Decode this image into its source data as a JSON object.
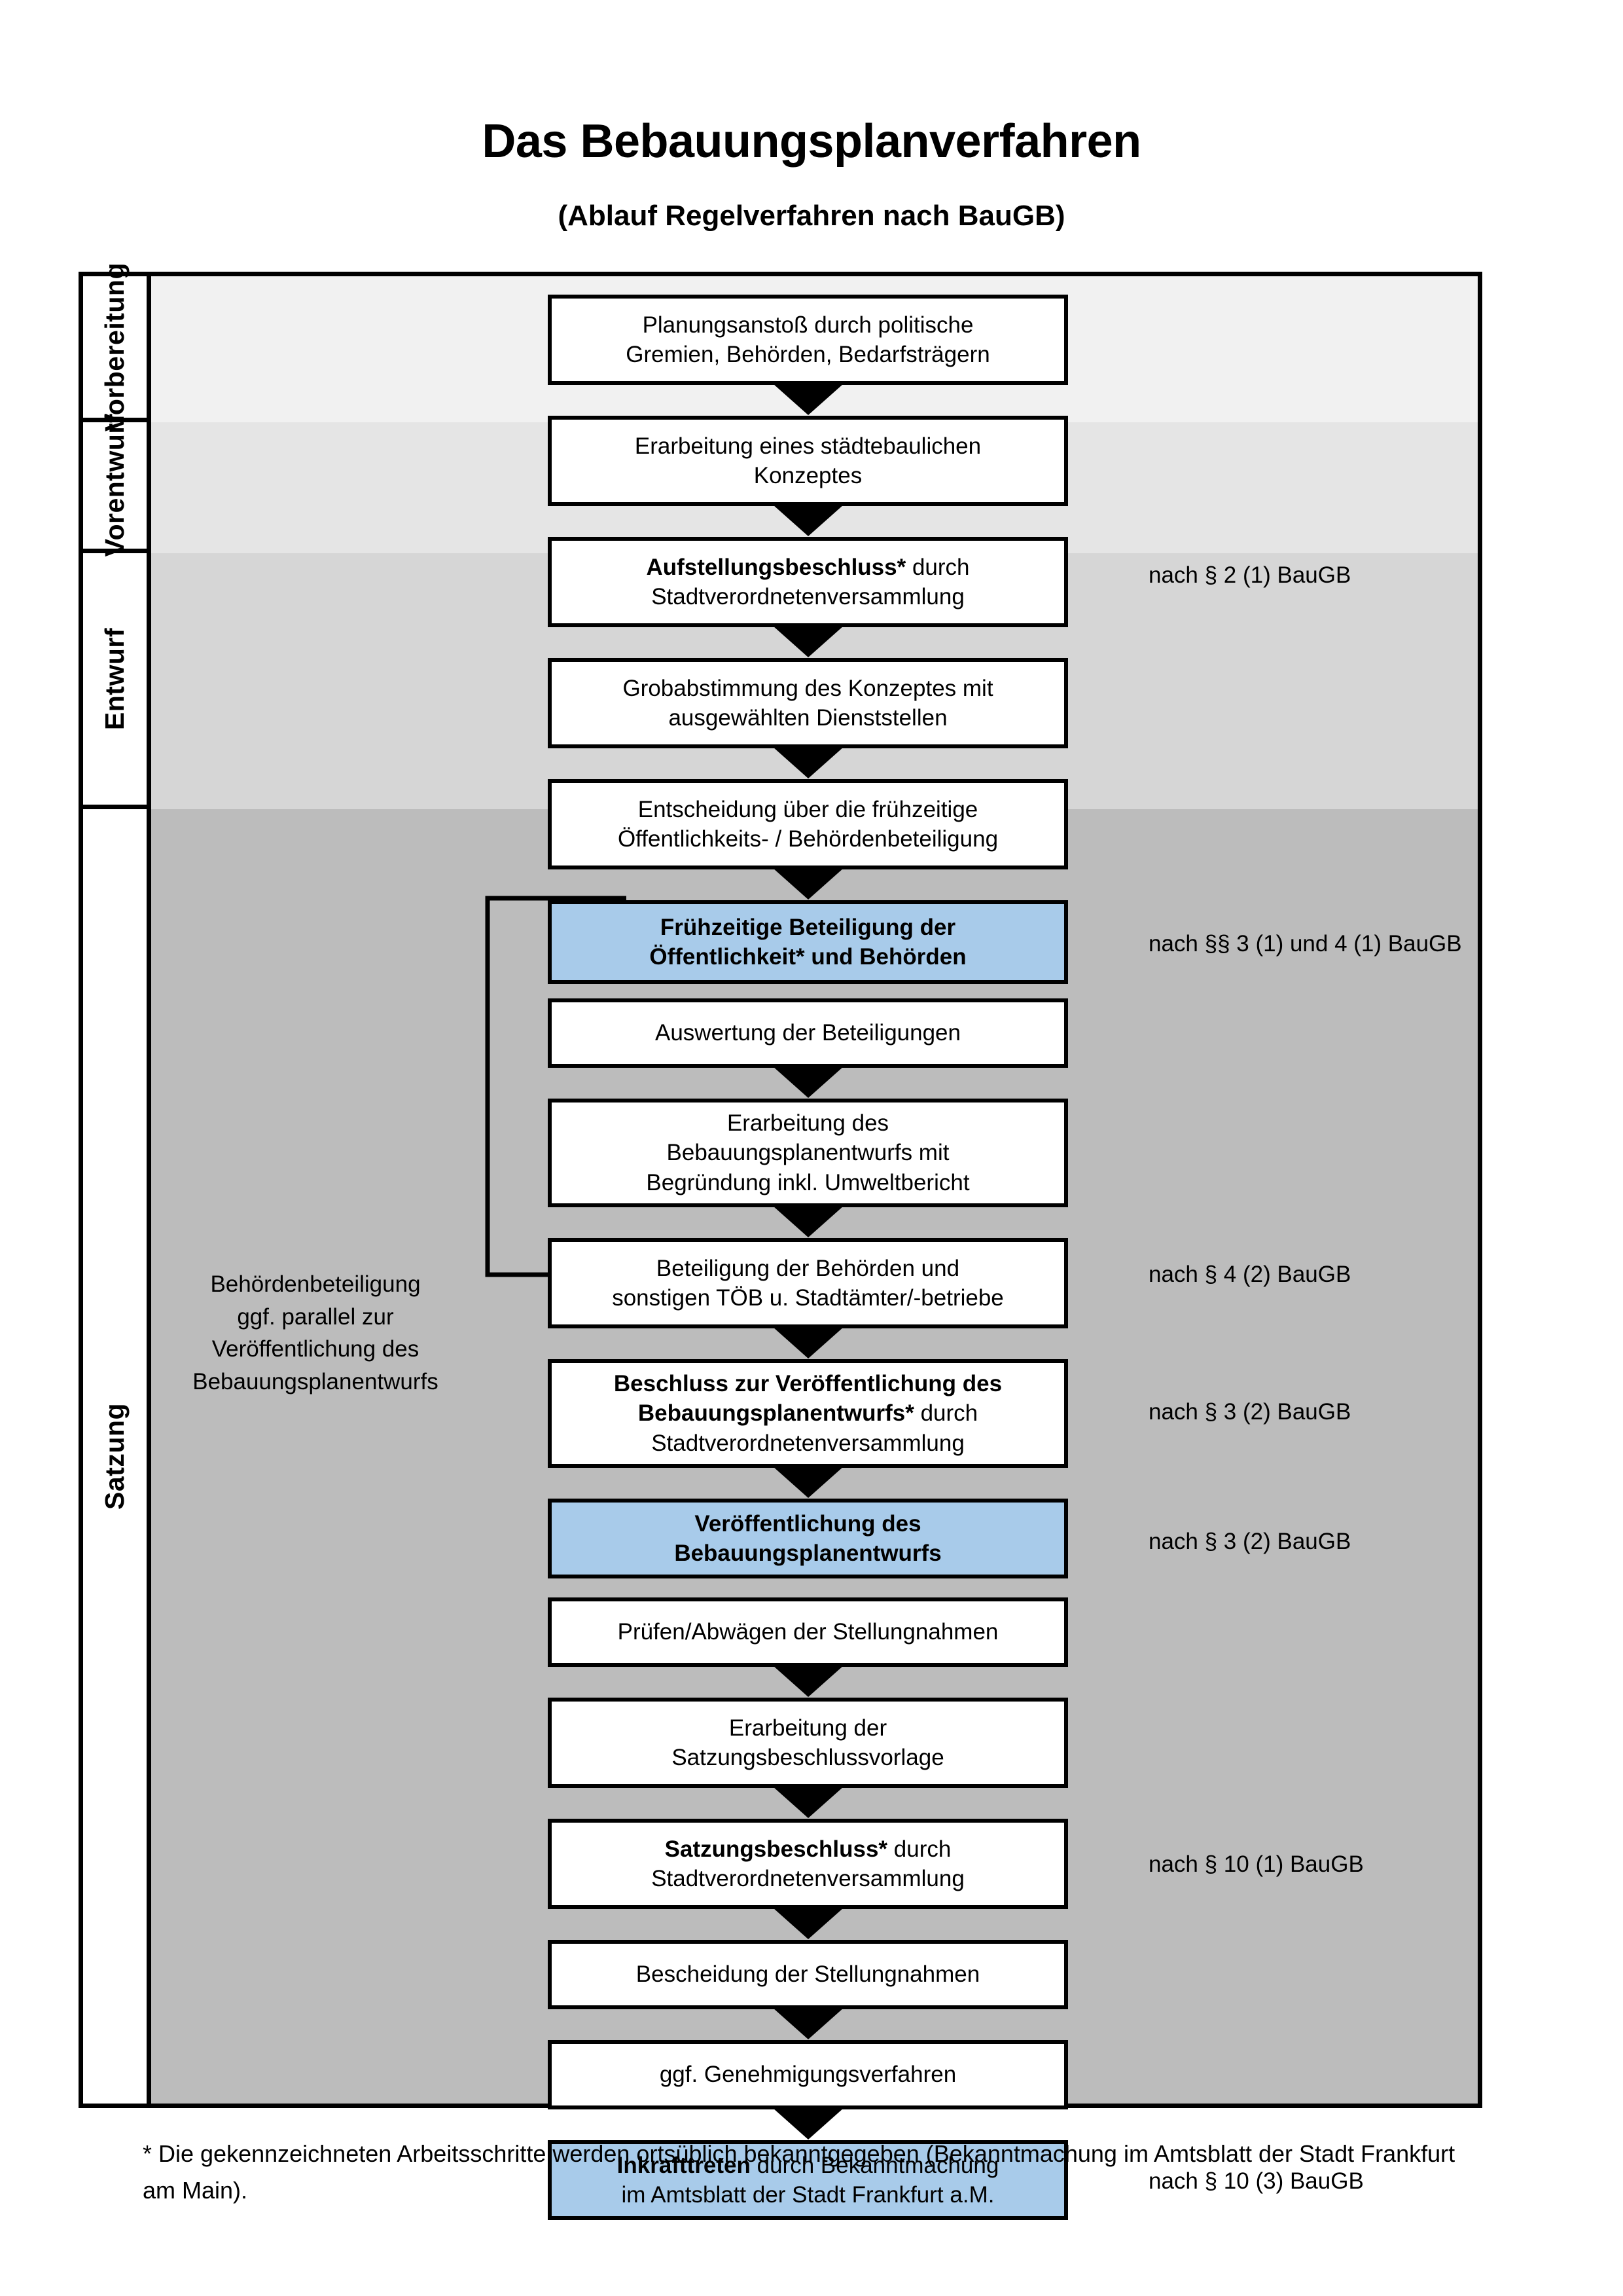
{
  "header": {
    "title": "Das Bebauungsplanverfahren",
    "subtitle": "(Ablauf Regelverfahren nach BauGB)"
  },
  "phases": [
    {
      "label": "Vorbereitung"
    },
    {
      "label": "Vorentwurf"
    },
    {
      "label": "Entwurf"
    },
    {
      "label": "Satzung"
    }
  ],
  "nodes": [
    {
      "id": "planungsanstoss",
      "line1": "Planungsanstoß durch politische",
      "line2": "Gremien, Behörden, Bedarfsträgern",
      "line3": "",
      "style": "plain"
    },
    {
      "id": "konzept",
      "line1": "Erarbeitung eines städtebaulichen",
      "line2": "Konzeptes",
      "line3": "",
      "style": "plain"
    },
    {
      "id": "aufstellungsbeschluss",
      "line1_bold": "Aufstellungsbeschluss*",
      "line1_rest": " durch",
      "line2": "Stadtverordnetenversammlung",
      "line3": "",
      "style": "mixed"
    },
    {
      "id": "grobabstimmung",
      "line1": "Grobabstimmung des Konzeptes mit",
      "line2": "ausgewählten Dienststellen",
      "line3": "",
      "style": "plain"
    },
    {
      "id": "entscheidung-beteiligung",
      "line1": "Entscheidung über die frühzeitige",
      "line2": "Öffentlichkeits- / Behördenbeteiligung",
      "line3": "",
      "style": "plain"
    },
    {
      "id": "fruehzeitige-beteiligung",
      "line1": "Frühzeitige Beteiligung der",
      "line2": "Öffentlichkeit* und Behörden",
      "line3": "",
      "style": "bold-blue"
    },
    {
      "id": "auswertung",
      "line1": "Auswertung der Beteiligungen",
      "line2": "",
      "line3": "",
      "style": "plain"
    },
    {
      "id": "erarbeitung-entwurf",
      "line1": "Erarbeitung des",
      "line2": "Bebauungsplanentwurfs mit",
      "line3": "Begründung inkl. Umweltbericht",
      "style": "plain"
    },
    {
      "id": "beteiligung-behoerden",
      "line1": "Beteiligung der Behörden und",
      "line2": "sonstigen TÖB u. Stadtämter/-betriebe",
      "line3": "",
      "style": "plain"
    },
    {
      "id": "beschluss-veroeffentlichung",
      "line1_bold": "Beschluss zur Veröffentlichung des",
      "line2_bold": "Bebauungsplanentwurfs*",
      "line2_rest": " durch",
      "line3": "Stadtverordnetenversammlung",
      "style": "mixed3"
    },
    {
      "id": "veroeffentlichung",
      "line1": "Veröffentlichung des",
      "line2": "Bebauungsplanentwurfs",
      "line3": "",
      "style": "bold-blue"
    },
    {
      "id": "pruefen-abwaegen",
      "line1": "Prüfen/Abwägen der Stellungnahmen",
      "line2": "",
      "line3": "",
      "style": "plain"
    },
    {
      "id": "satzungsbeschlussvorlage",
      "line1": "Erarbeitung der",
      "line2": "Satzungsbeschlussvorlage",
      "line3": "",
      "style": "plain"
    },
    {
      "id": "satzungsbeschluss",
      "line1_bold": "Satzungsbeschluss*",
      "line1_rest": " durch",
      "line2": "Stadtverordnetenversammlung",
      "line3": "",
      "style": "mixed"
    },
    {
      "id": "bescheidung",
      "line1": "Bescheidung der Stellungnahmen",
      "line2": "",
      "line3": "",
      "style": "plain"
    },
    {
      "id": "genehmigungsverfahren",
      "line1": "ggf. Genehmigungsverfahren",
      "line2": "",
      "line3": "",
      "style": "plain"
    },
    {
      "id": "inkrafttreten",
      "line1_bold": "Inkrafttreten",
      "line1_rest": " durch Bekanntmachung",
      "line2": "im Amtsblatt der Stadt Frankfurt a.M.",
      "line3": "",
      "style": "mixed-blue"
    }
  ],
  "references": [
    {
      "id": "ref-par2",
      "text": "nach § 2 (1) BauGB"
    },
    {
      "id": "ref-par3-4",
      "text": "nach §§ 3 (1) und 4 (1) BauGB"
    },
    {
      "id": "ref-par4-2",
      "text": "nach § 4 (2) BauGB"
    },
    {
      "id": "ref-par3-2a",
      "text": "nach § 3 (2) BauGB"
    },
    {
      "id": "ref-par3-2b",
      "text": "nach § 3 (2) BauGB"
    },
    {
      "id": "ref-par10-1",
      "text": "nach § 10 (1) BauGB"
    },
    {
      "id": "ref-par10-3",
      "text": "nach § 10 (3) BauGB"
    }
  ],
  "side_annotation": {
    "line1": "Behördenbeteiligung",
    "line2": "ggf. parallel zur",
    "line3": "Veröffentlichung des",
    "line4": "Bebauungsplanentwurfs"
  },
  "footnote": {
    "text": "* Die gekennzeichneten Arbeitsschritte werden ortsüblich bekanntgegeben (Bekanntmachung im Amtsblatt  der Stadt Frankfurt am Main)."
  },
  "colors": {
    "highlight_blue": "#a8cbea",
    "band_vorbereitung": "#f1f1f1",
    "band_vorentwurf": "#e5e5e5",
    "band_entwurf": "#d6d6d6",
    "band_satzung": "#bcbcbc",
    "border": "#000000"
  }
}
